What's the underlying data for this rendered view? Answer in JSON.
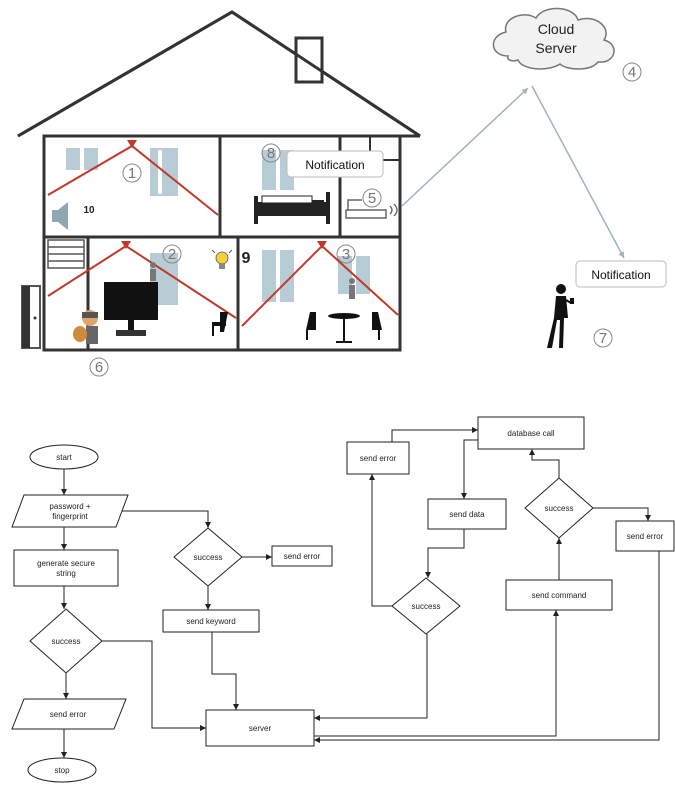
{
  "cloud": {
    "line1": "Cloud",
    "line2": "Server"
  },
  "notifications": {
    "house": "Notification",
    "phone": "Notification"
  },
  "markers": {
    "n1": "1",
    "n2": "2",
    "n3": "3",
    "n4": "4",
    "n5": "5",
    "n6": "6",
    "n7": "7",
    "n8": "8",
    "n9": "9",
    "n10": "10"
  },
  "flowchart": {
    "start": "start",
    "password": "password +",
    "fingerprint": "fingerprint",
    "generate1": "generate secure",
    "generate2": "string",
    "decision1": "success",
    "send_error_left": "send error",
    "stop": "stop",
    "decision2": "success",
    "send_error_mid": "send error",
    "send_keyword": "send keyword",
    "server": "server",
    "send_error_top": "send error",
    "send_data": "send data",
    "decision3": "success",
    "database": "database call",
    "decision4": "success",
    "send_error_right": "send error",
    "send_command": "send command"
  },
  "colors": {
    "laser": "#c0392b",
    "window": "#b8ccd6",
    "wall": "#333333",
    "link": "#9fb3bd"
  }
}
